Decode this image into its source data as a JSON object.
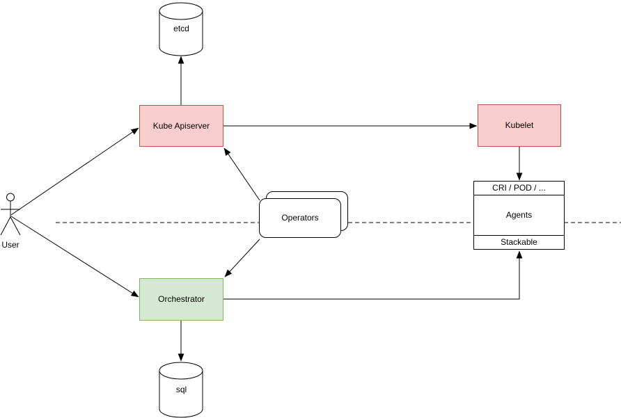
{
  "diagram": {
    "background": "#ffffff",
    "colors": {
      "red_fill": "#f8cecc",
      "red_border": "#b85450",
      "green_fill": "#d5e8d4",
      "green_border": "#82b366",
      "line": "#000000"
    },
    "separator": {
      "type": "dashed-horizontal-line",
      "color": "#000000"
    },
    "nodes": {
      "user": {
        "label": "User",
        "shape": "actor"
      },
      "etcd": {
        "label": "etcd",
        "shape": "cylinder"
      },
      "kube_apiserver": {
        "label": "Kube Apiserver",
        "shape": "rect",
        "fill": "#f8cecc",
        "border": "#b85450"
      },
      "kubelet": {
        "label": "Kubelet",
        "shape": "rect",
        "fill": "#f8cecc",
        "border": "#b85450"
      },
      "operators": {
        "label": "Operators",
        "shape": "stacked-rounded-rect",
        "fill": "#ffffff",
        "border": "#000000"
      },
      "orchestrator": {
        "label": "Orchestrator",
        "shape": "rect",
        "fill": "#d5e8d4",
        "border": "#82b366"
      },
      "agents": {
        "header": "CRI / POD / ...",
        "body": "Agents",
        "footer": "Stackable",
        "shape": "compartment-rect",
        "fill": "#ffffff",
        "border": "#000000"
      },
      "sql": {
        "label": "sql",
        "shape": "cylinder"
      }
    },
    "edges": [
      {
        "from": "User",
        "to": "Kube Apiserver",
        "arrow": "end"
      },
      {
        "from": "User",
        "to": "Orchestrator",
        "arrow": "end"
      },
      {
        "from": "Kube Apiserver",
        "to": "etcd",
        "arrow": "end"
      },
      {
        "from": "Kube Apiserver",
        "to": "Kubelet",
        "arrow": "end"
      },
      {
        "from": "Operators",
        "to": "Kube Apiserver",
        "arrow": "end"
      },
      {
        "from": "Operators",
        "to": "Orchestrator",
        "arrow": "end"
      },
      {
        "from": "Kubelet",
        "to": "Agents (CRI / POD / ...)",
        "arrow": "end"
      },
      {
        "from": "Orchestrator",
        "to": "sql",
        "arrow": "end"
      },
      {
        "from": "Orchestrator",
        "to": "Agents (Stackable)",
        "arrow": "end"
      }
    ]
  }
}
